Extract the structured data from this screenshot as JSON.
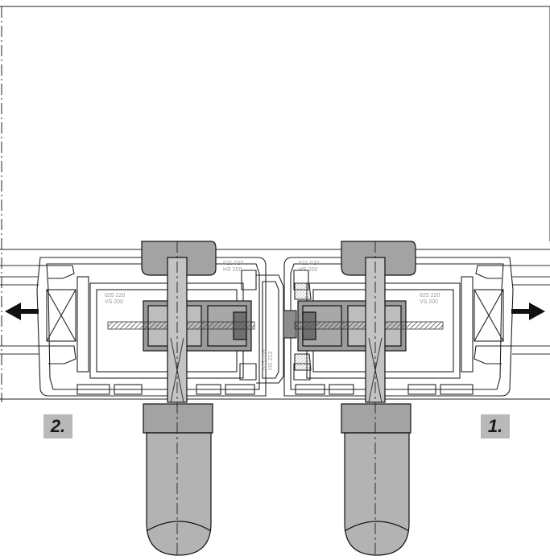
{
  "diagram": {
    "part_labels": {
      "left_upper": {
        "line1": "621 020",
        "line2": "HS 200"
      },
      "right_upper": {
        "line1": "621 020",
        "line2": "HS 200"
      },
      "left_side": {
        "line1": "625 220",
        "line2": "VS 200"
      },
      "right_side": {
        "line1": "625 220",
        "line2": "VS 200"
      },
      "center": {
        "line1": "625 205",
        "line2": "HS 212"
      }
    },
    "steps": {
      "left": "2.",
      "right": "1."
    },
    "arrows": {
      "left": "arrow-left",
      "right": "arrow-right"
    }
  }
}
